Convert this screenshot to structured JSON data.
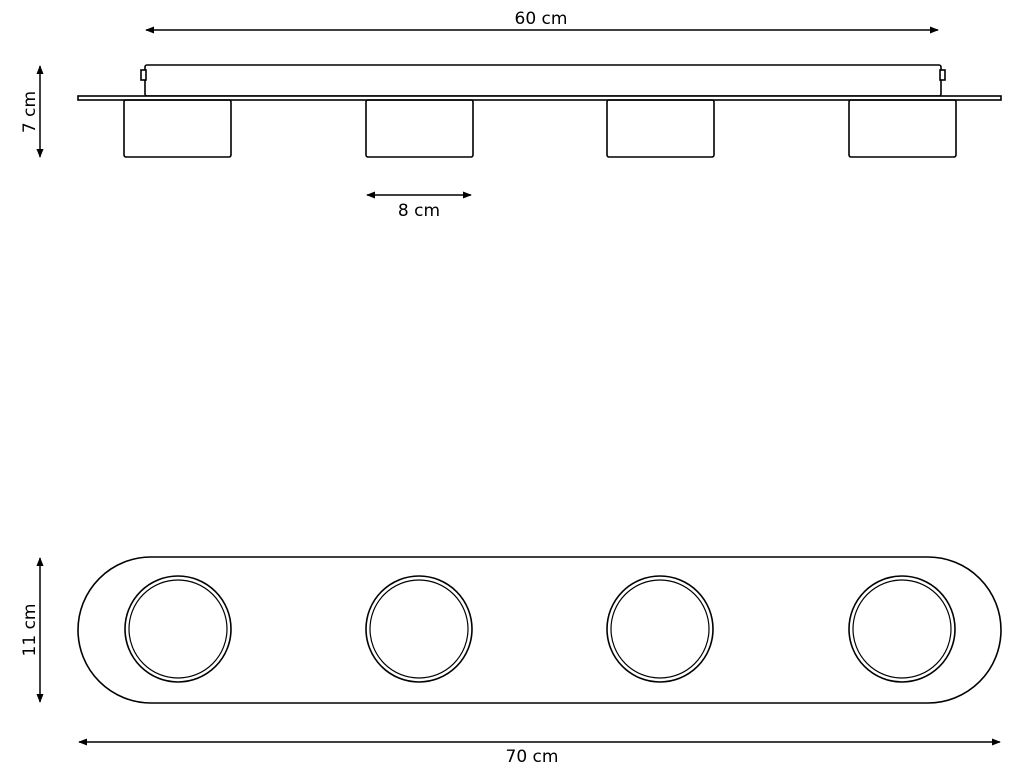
{
  "dimensions": {
    "top_width": "60 cm",
    "top_height": "7 cm",
    "spot_width": "8 cm",
    "bottom_height": "11 cm",
    "bottom_width": "70 cm"
  },
  "colors": {
    "line": "#000000",
    "background": "#ffffff"
  }
}
